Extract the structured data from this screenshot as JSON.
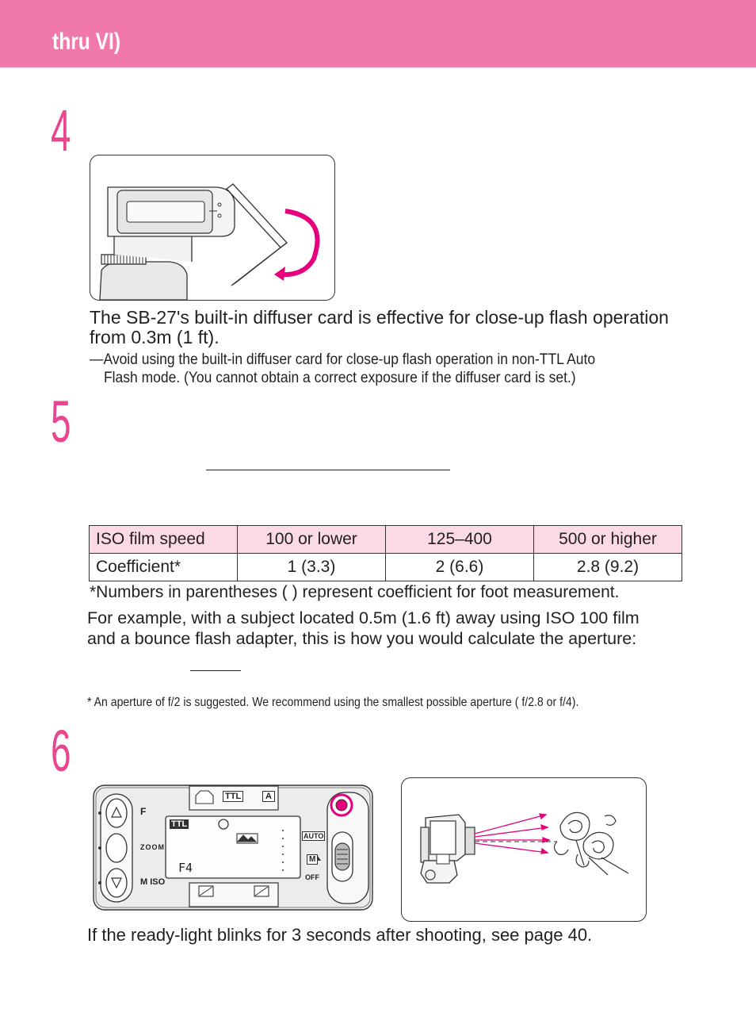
{
  "header": {
    "title": "thru VI)"
  },
  "steps": {
    "four": "4",
    "five": "5",
    "six": "6"
  },
  "step4": {
    "description": "The SB-27's built-in diffuser card is effective for close-up flash operation from 0.3m (1 ft).",
    "note_line1": "—Avoid using the built-in diffuser card for close-up flash operation in non-TTL Auto",
    "note_line2": "Flash mode. (You cannot obtain a correct exposure if the diffuser card is set.)"
  },
  "table": {
    "headers": [
      "ISO film speed",
      "100 or lower",
      "125–400",
      "500 or higher"
    ],
    "row": [
      "Coefficient*",
      "1 (3.3)",
      "2 (6.6)",
      "2.8 (9.2)"
    ]
  },
  "footnote_parentheses": "*Numbers in parentheses ( ) represent coefficient for foot measurement.",
  "example_line1": "For example, with a subject located 0.5m (1.6 ft) away using ISO 100 film",
  "example_line2": "and a bounce flash adapter, this is how you would calculate the aperture:",
  "aperture_note": "* An aperture of f/2 is suggested. We recommend using the smallest possible aperture ( f/2.8 or f/4).",
  "panel": {
    "ttl_label": "TTL",
    "a_label": "A",
    "f_label": "F",
    "zoom_label": "ZOOM",
    "m_iso_label": "M ISO",
    "lcd_ttl": "TTL",
    "lcd_aperture": "F4",
    "auto_label": "AUTO",
    "m_label": "M",
    "off_label": "OFF"
  },
  "ready_light_text": "If the ready-light blinks for 3 seconds after shooting, see page 40.",
  "colors": {
    "header": "#f178ab",
    "step_number": "#e8468e",
    "accent_magenta": "#e6007e",
    "table_header": "#fbd9e7"
  }
}
